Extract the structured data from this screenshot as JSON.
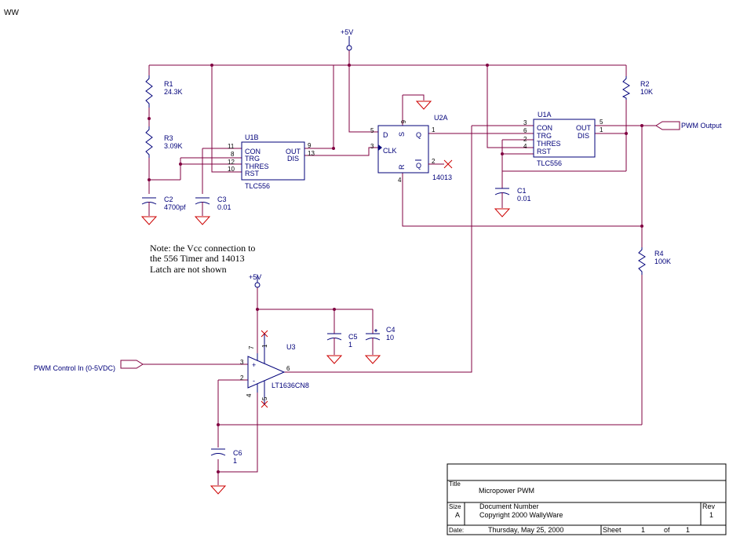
{
  "corner_label": "WW",
  "power_labels": {
    "vcc_top": "+5V",
    "vcc_opamp": "+5V"
  },
  "components": {
    "R1": {
      "ref": "R1",
      "value": "24.3K"
    },
    "R2": {
      "ref": "R2",
      "value": "10K"
    },
    "R3": {
      "ref": "R3",
      "value": "3.09K"
    },
    "R4": {
      "ref": "R4",
      "value": "100K"
    },
    "C1": {
      "ref": "C1",
      "value": "0.01"
    },
    "C2": {
      "ref": "C2",
      "value": "4700pf"
    },
    "C3": {
      "ref": "C3",
      "value": "0.01"
    },
    "C4": {
      "ref": "C4",
      "value": "10"
    },
    "C5": {
      "ref": "C5",
      "value": "1"
    },
    "C6": {
      "ref": "C6",
      "value": "1"
    },
    "U1B": {
      "ref": "U1B",
      "part": "TLC556",
      "pins": {
        "con": "CON",
        "trg": "TRG",
        "thres": "THRES",
        "rst": "RST",
        "out": "OUT",
        "dis": "DIS"
      },
      "pin_numbers": {
        "con": "11",
        "trg": "8",
        "thres": "12",
        "rst": "10",
        "out": "9",
        "dis": "13"
      }
    },
    "U1A": {
      "ref": "U1A",
      "part": "TLC556",
      "pins": {
        "con": "CON",
        "trg": "TRG",
        "thres": "THRES",
        "rst": "RST",
        "out": "OUT",
        "dis": "DIS"
      },
      "pin_numbers": {
        "con": "3",
        "trg": "6",
        "thres": "2",
        "rst": "4",
        "out": "5",
        "dis": "1"
      }
    },
    "U2A": {
      "ref": "U2A",
      "part": "14013",
      "pins": {
        "d": "D",
        "clk": "CLK",
        "q": "Q",
        "qbar": "Q",
        "s": "S",
        "r": "R"
      },
      "pin_numbers": {
        "d": "5",
        "clk": "3",
        "q": "1",
        "qbar": "2",
        "s": "6",
        "r": "4"
      }
    },
    "U3": {
      "ref": "U3",
      "part": "LT1636CN8",
      "pins": {
        "plus": "+",
        "minus": "-"
      },
      "pin_numbers": {
        "in_plus": "3",
        "in_minus": "2",
        "out": "6",
        "v_plus": "7",
        "v_minus": "4",
        "p1": "1",
        "p5": "5"
      }
    }
  },
  "ports": {
    "pwm_output": "PWM Output",
    "pwm_control": "PWM Control In (0-5VDC)"
  },
  "note": [
    "Note: the Vcc connection to",
    "the 556 Timer and 14013",
    "Latch are not shown"
  ],
  "title_block": {
    "title_label": "Title",
    "title": "Micropower PWM",
    "size_label": "Size",
    "size": "A",
    "docnum_label": "Document Number",
    "docnum": "Copyright 2000 WallyWare",
    "rev_label": "Rev",
    "rev": "1",
    "date_label": "Date:",
    "date": "Thursday, May 25, 2000",
    "sheet_label": "Sheet",
    "sheet": "1",
    "of_label": "of",
    "sheets": "1"
  },
  "colors": {
    "wire": "#800040",
    "component": "#00007a",
    "ground": "#cc0000"
  }
}
